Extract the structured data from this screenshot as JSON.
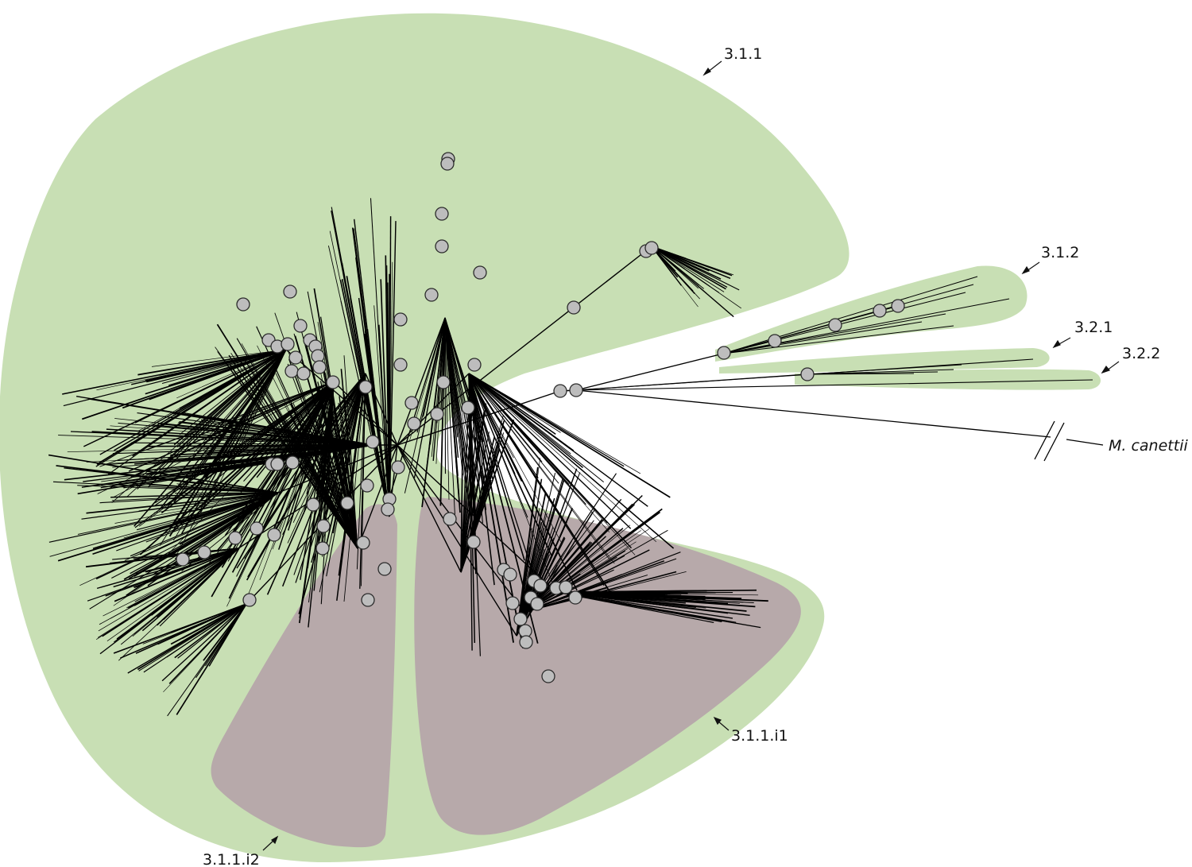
{
  "colors": {
    "clade_green": "#c8dfb4",
    "clade_mauve": "#b7a9aa",
    "branch": "#000000",
    "node_fill": "#bdbdbd",
    "node_stroke": "#2b2b2b"
  },
  "labels": {
    "clade_311": "3.1.1",
    "clade_312": "3.1.2",
    "clade_321": "3.2.1",
    "clade_322": "3.2.2",
    "clade_311_i1": "3.1.1.i1",
    "clade_311_i2": "3.1.1.i2",
    "outgroup": "M. canettii"
  }
}
